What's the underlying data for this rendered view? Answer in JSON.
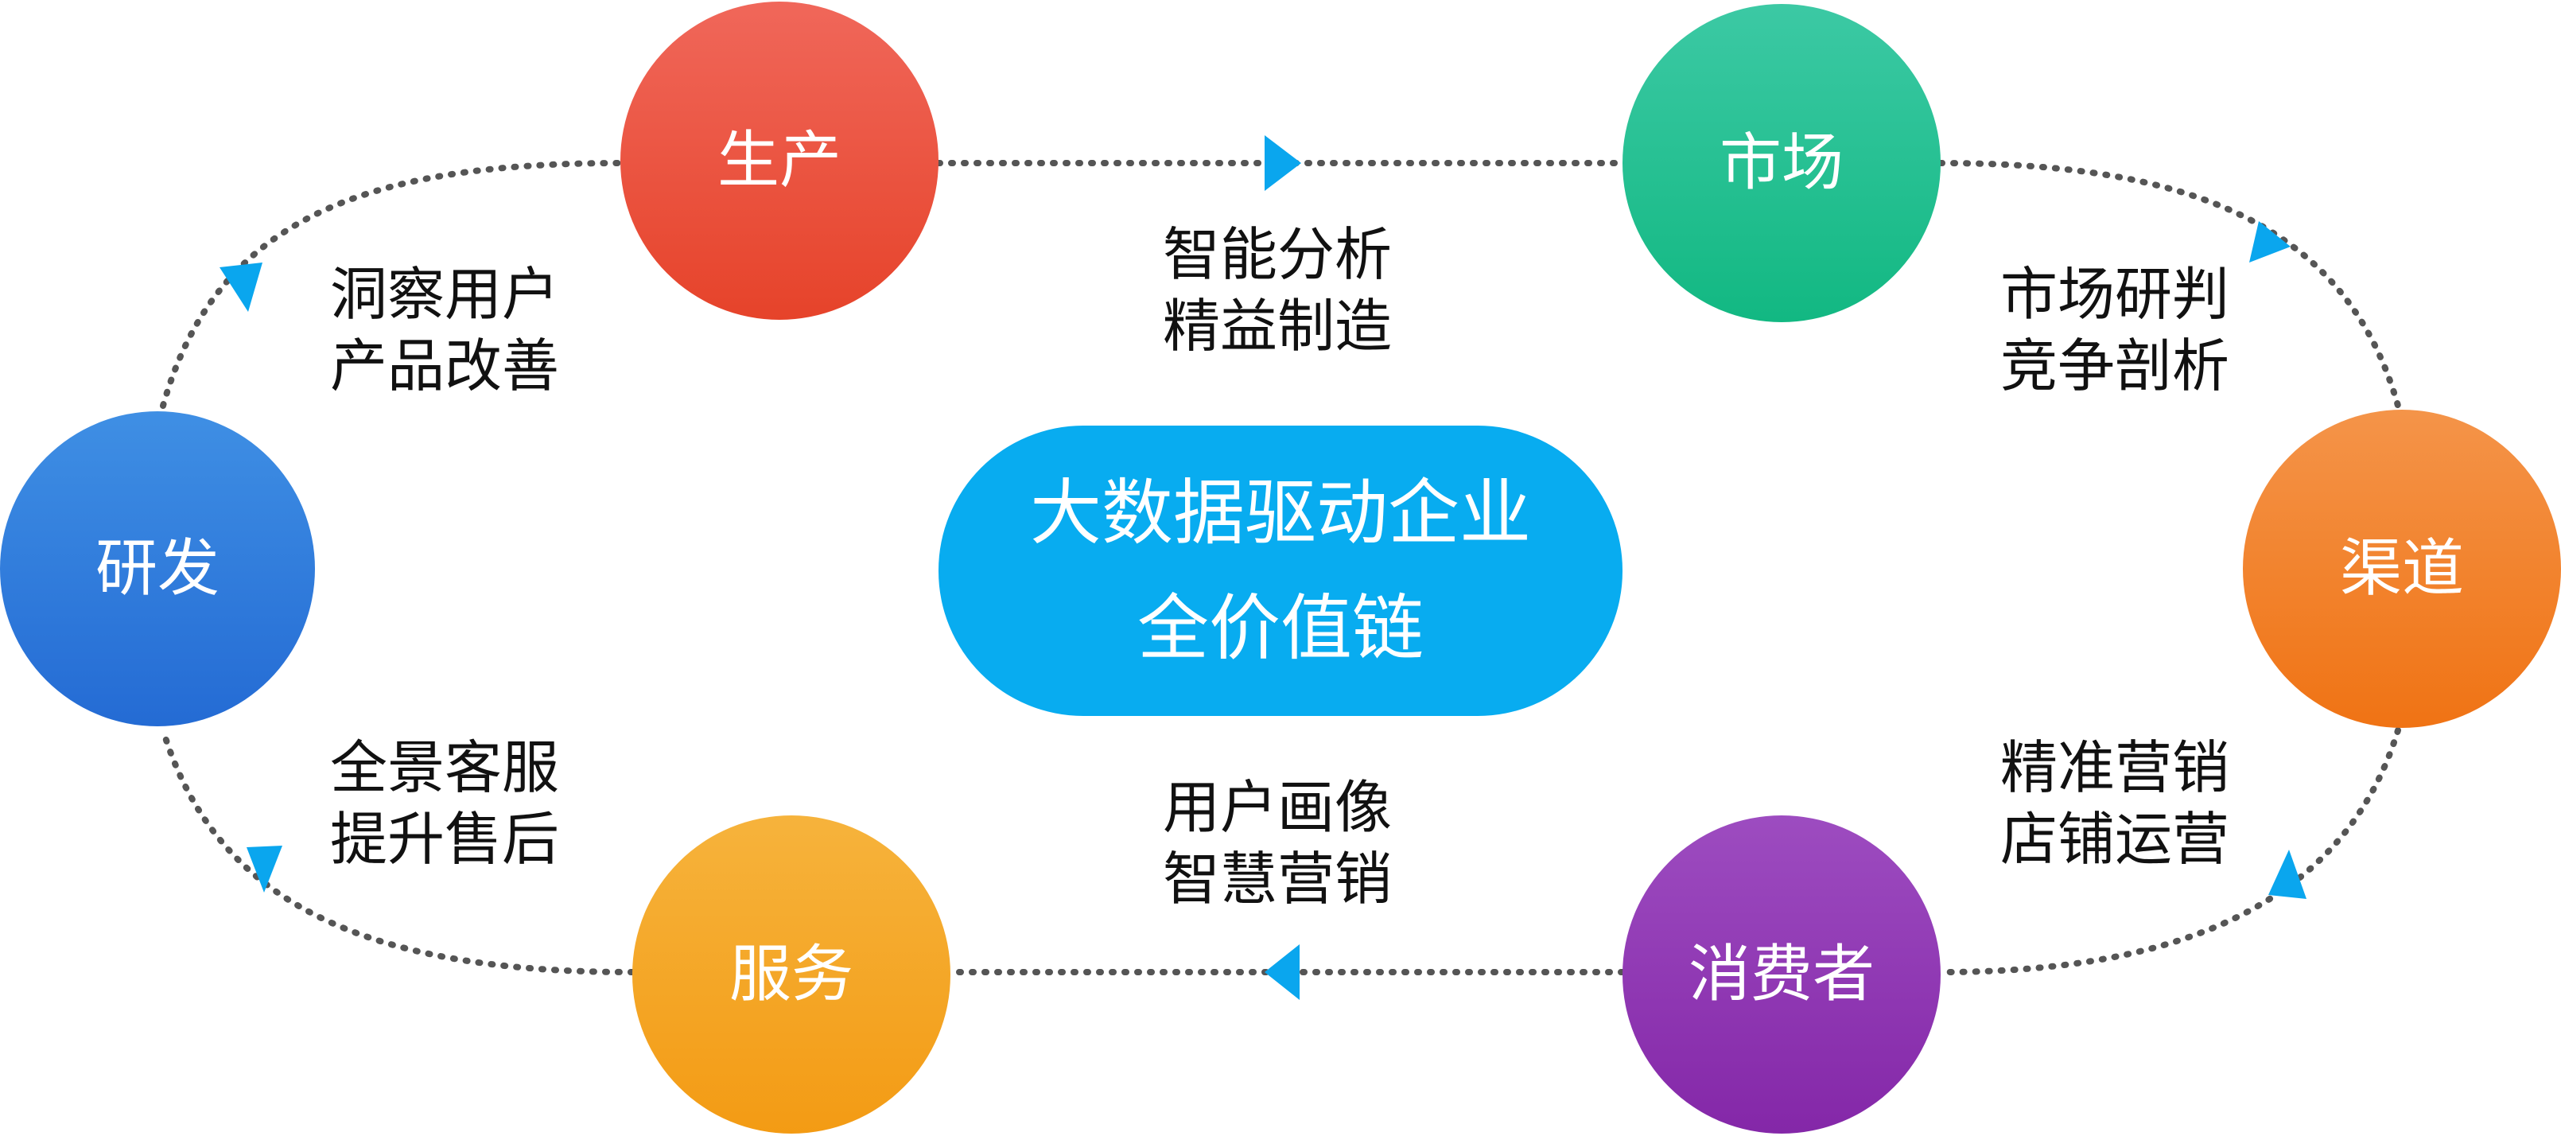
{
  "center": {
    "line1": "大数据驱动企业",
    "line2": "全价值链",
    "color": "#08acf0"
  },
  "nodes": {
    "production": {
      "label": "生产",
      "color_top": "#f0675a",
      "color_bottom": "#e6432a"
    },
    "market": {
      "label": "市场",
      "color_top": "#3cc9a4",
      "color_bottom": "#12b882"
    },
    "channel": {
      "label": "渠道",
      "color_top": "#f49449",
      "color_bottom": "#f07314"
    },
    "consumer": {
      "label": "消费者",
      "color_top": "#9d4cc0",
      "color_bottom": "#8427a8"
    },
    "service": {
      "label": "服务",
      "color_top": "#f6b33c",
      "color_bottom": "#f39b14"
    },
    "rnd": {
      "label": "研发",
      "color_top": "#3f8fe4",
      "color_bottom": "#246bd4"
    }
  },
  "edge_labels": {
    "production_market": {
      "line1": "智能分析",
      "line2": "精益制造"
    },
    "market_channel": {
      "line1": "市场研判",
      "line2": "竞争剖析"
    },
    "channel_consumer": {
      "line1": "精准营销",
      "line2": "店铺运营"
    },
    "consumer_service": {
      "line1": "用户画像",
      "line2": "智慧营销"
    },
    "service_rnd": {
      "line1": "全景客服",
      "line2": "提升售后"
    },
    "rnd_production": {
      "line1": "洞察用户",
      "line2": "产品改善"
    }
  },
  "arrow_color": "#0aa6ee"
}
